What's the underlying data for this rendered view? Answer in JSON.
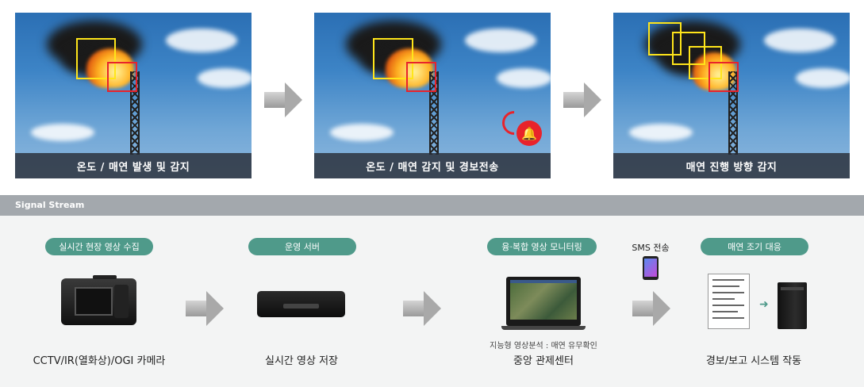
{
  "scenes": [
    {
      "caption": "온도 / 매연 발생 및 감지"
    },
    {
      "caption": "온도 / 매연 감지 및 경보전송"
    },
    {
      "caption": "매연 진행 방향 감지"
    }
  ],
  "icons": {
    "bell": "bell-icon",
    "arrow": "arrow-right-icon",
    "camera": "camera-icon",
    "server": "server-icon",
    "laptop": "laptop-icon",
    "phone": "smartphone-icon",
    "document": "document-icon",
    "computer": "computer-icon"
  },
  "stream": {
    "title": "Signal Stream"
  },
  "steps": [
    {
      "pill": "실시간 현장 영상 수집",
      "label": "CCTV/IR(열화상)/OGI 카메라"
    },
    {
      "pill": "운영 서버",
      "label": "실시간 영상 저장"
    },
    {
      "pill": "융·복합 영상 모니터링",
      "sub": "지능형 영상분석 : 매연 유무확인",
      "label": "중앙 관제센터"
    },
    {
      "pill": "매연 조기 대응",
      "label": "경보/보고 시스템 작동"
    }
  ],
  "sms": {
    "label": "SMS 전송"
  },
  "colors": {
    "pill": "#4f9a8a",
    "stream_bar": "#a3a8ad",
    "box_yellow": "#ffe51a",
    "box_red": "#e8232b"
  }
}
